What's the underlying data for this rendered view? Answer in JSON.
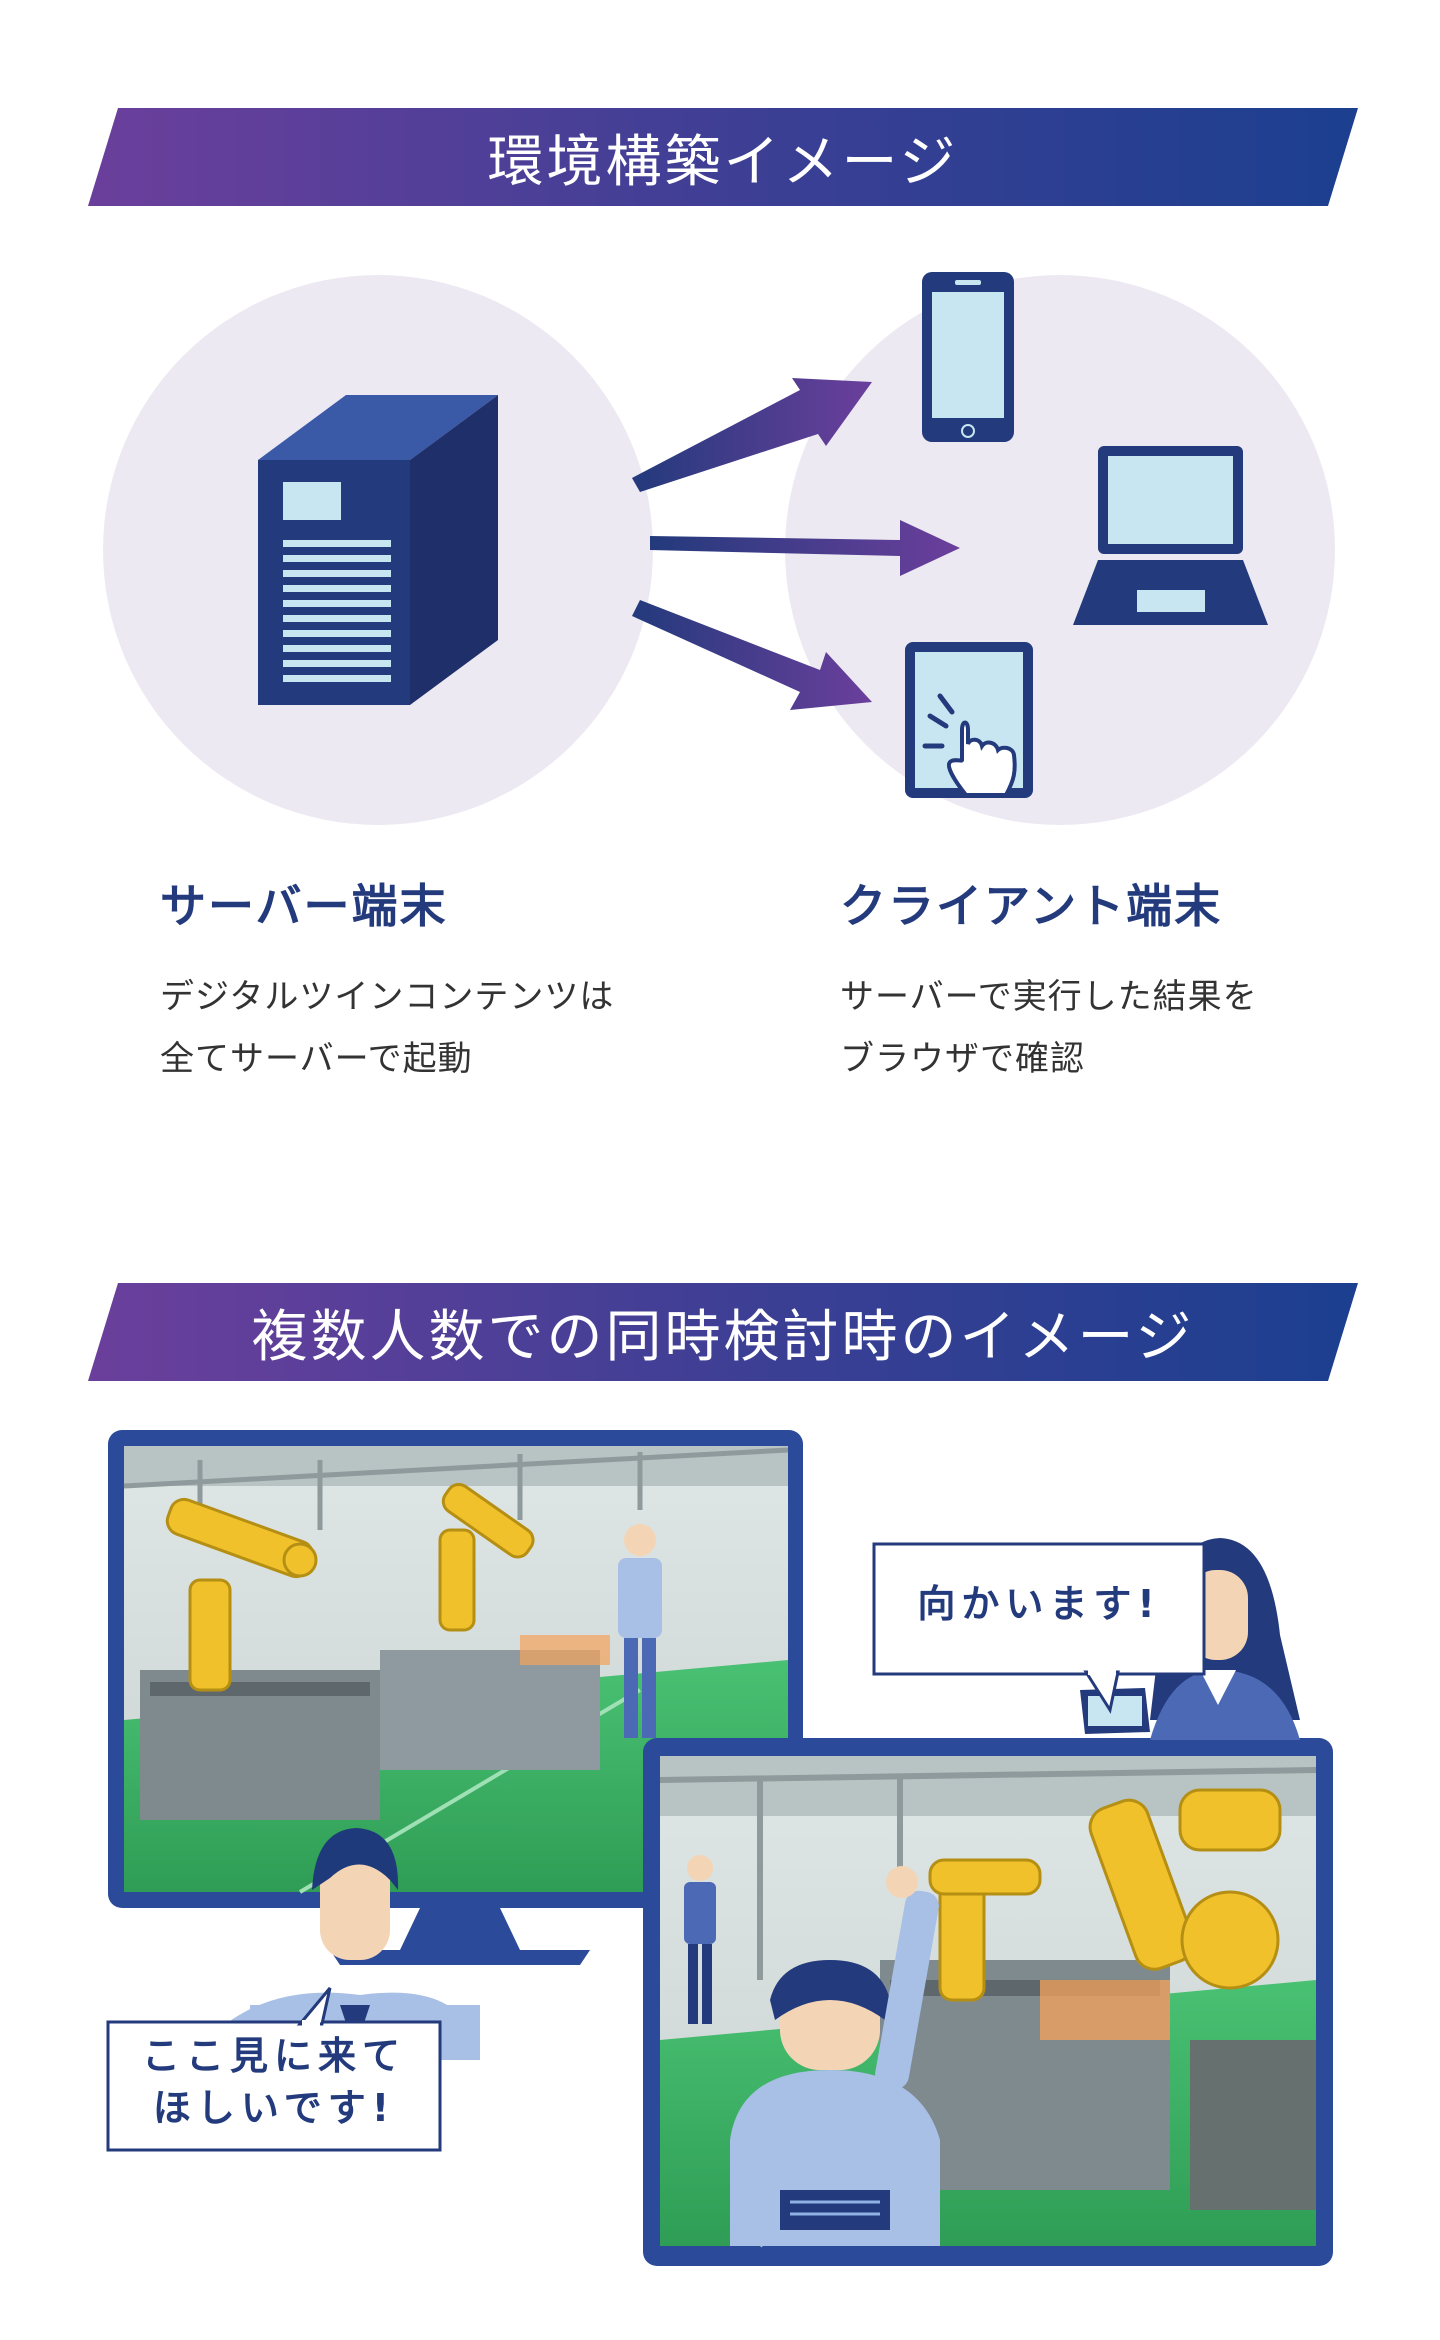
{
  "section1": {
    "title": "環境構築イメージ",
    "server": {
      "title": "サーバー端末",
      "desc_line1": "デジタルツインコンテンツは",
      "desc_line2": "全てサーバーで起動"
    },
    "client": {
      "title": "クライアント端末",
      "desc_line1": "サーバーで実行した結果を",
      "desc_line2": "ブラウザで確認"
    }
  },
  "section2": {
    "title": "複数人数での同時検討時のイメージ",
    "bubble_left_line1": "ここ見に来て",
    "bubble_left_line2": "ほしいです!",
    "bubble_right": "向かいます!"
  },
  "colors": {
    "banner_left": "#6b3f9c",
    "banner_right": "#1c3f8f",
    "navy": "#233a7c",
    "circle": "#ede9f2",
    "screen": "#c8e6f1",
    "floor": "#3fb566",
    "robot": "#f0c12a"
  },
  "icons": [
    "server-icon",
    "smartphone-icon",
    "laptop-icon",
    "tablet-icon",
    "hand-pointer-icon",
    "arrow-icon"
  ]
}
